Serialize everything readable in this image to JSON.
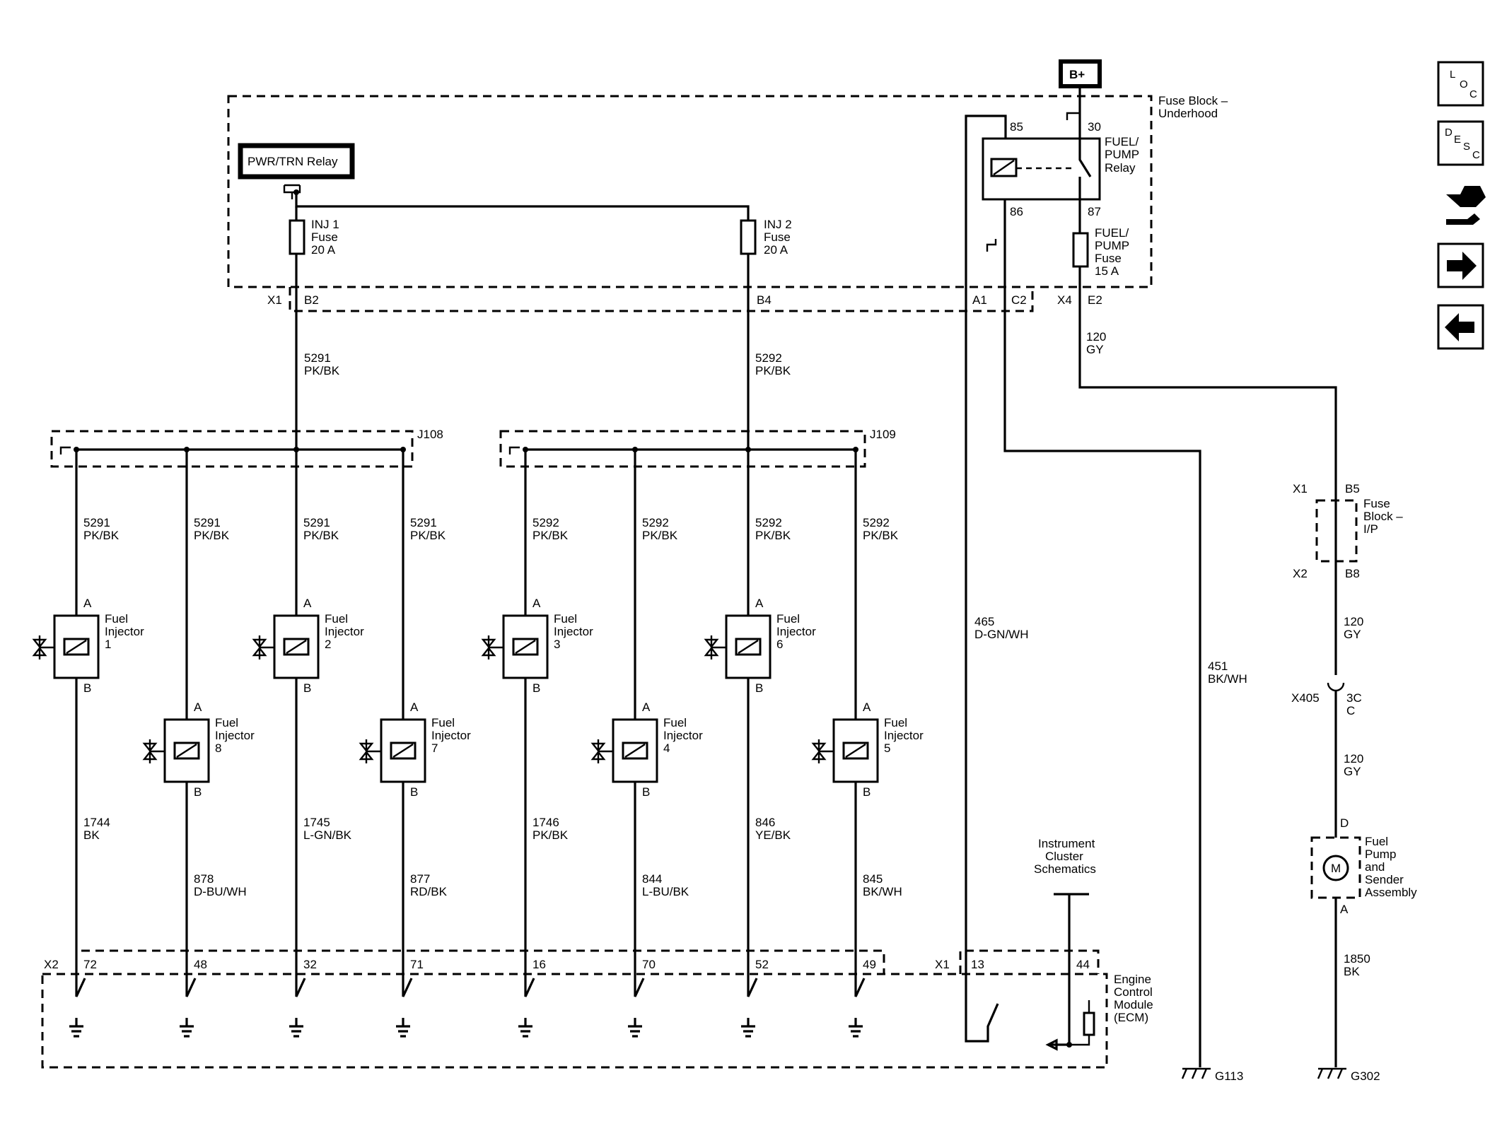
{
  "power": {
    "bplus": "B+",
    "pwr_trn_relay": "PWR/TRN Relay"
  },
  "fuse_block_underhood": {
    "title_line1": "Fuse Block –",
    "title_line2": "Underhood",
    "inj1_fuse": [
      "INJ 1",
      "Fuse",
      "20 A"
    ],
    "inj2_fuse": [
      "INJ 2",
      "Fuse",
      "20 A"
    ],
    "fuel_pump_relay": [
      "FUEL/",
      "PUMP",
      "Relay"
    ],
    "fuel_pump_fuse": [
      "FUEL/",
      "PUMP",
      "Fuse",
      "15 A"
    ],
    "relay_pins": {
      "p85": "85",
      "p30": "30",
      "p86": "86",
      "p87": "87"
    },
    "connectors": {
      "x1": "X1",
      "b2": "B2",
      "b4": "B4",
      "a1": "A1",
      "c2": "C2",
      "x4": "X4",
      "e2": "E2"
    }
  },
  "feed_wires": {
    "w5291": [
      "5291",
      "PK/BK"
    ],
    "w5292": [
      "5292",
      "PK/BK"
    ],
    "w120a": [
      "120",
      "GY"
    ]
  },
  "splices": {
    "j108": "J108",
    "j109": "J109"
  },
  "injectors": [
    {
      "name": [
        "Fuel",
        "Injector",
        "1"
      ],
      "feed": [
        "5291",
        "PK/BK"
      ],
      "pin_a": "A",
      "pin_b": "B",
      "ctrl": [
        "1744",
        "BK"
      ],
      "ecm_pin": "72"
    },
    {
      "name": [
        "Fuel",
        "Injector",
        "8"
      ],
      "feed": [
        "5291",
        "PK/BK"
      ],
      "pin_a": "A",
      "pin_b": "B",
      "ctrl": [
        "878",
        "D-BU/WH"
      ],
      "ecm_pin": "48"
    },
    {
      "name": [
        "Fuel",
        "Injector",
        "2"
      ],
      "feed": [
        "5291",
        "PK/BK"
      ],
      "pin_a": "A",
      "pin_b": "B",
      "ctrl": [
        "1745",
        "L-GN/BK"
      ],
      "ecm_pin": "32"
    },
    {
      "name": [
        "Fuel",
        "Injector",
        "7"
      ],
      "feed": [
        "5291",
        "PK/BK"
      ],
      "pin_a": "A",
      "pin_b": "B",
      "ctrl": [
        "877",
        "RD/BK"
      ],
      "ecm_pin": "71"
    },
    {
      "name": [
        "Fuel",
        "Injector",
        "3"
      ],
      "feed": [
        "5292",
        "PK/BK"
      ],
      "pin_a": "A",
      "pin_b": "B",
      "ctrl": [
        "1746",
        "PK/BK"
      ],
      "ecm_pin": "16"
    },
    {
      "name": [
        "Fuel",
        "Injector",
        "4"
      ],
      "feed": [
        "5292",
        "PK/BK"
      ],
      "pin_a": "A",
      "pin_b": "B",
      "ctrl": [
        "844",
        "L-BU/BK"
      ],
      "ecm_pin": "70"
    },
    {
      "name": [
        "Fuel",
        "Injector",
        "6"
      ],
      "feed": [
        "5292",
        "PK/BK"
      ],
      "pin_a": "A",
      "pin_b": "B",
      "ctrl": [
        "846",
        "YE/BK"
      ],
      "ecm_pin": "52"
    },
    {
      "name": [
        "Fuel",
        "Injector",
        "5"
      ],
      "feed": [
        "5292",
        "PK/BK"
      ],
      "pin_a": "A",
      "pin_b": "B",
      "ctrl": [
        "845",
        "BK/WH"
      ],
      "ecm_pin": "49"
    }
  ],
  "relay_circuits": {
    "w465": [
      "465",
      "D-GN/WH"
    ],
    "w451": [
      "451",
      "BK/WH"
    ]
  },
  "fuse_block_ip": {
    "title": [
      "Fuse",
      "Block –",
      "I/P"
    ],
    "x1": "X1",
    "b5": "B5",
    "x2": "X2",
    "b8": "B8"
  },
  "pump_circuit": {
    "w120b": [
      "120",
      "GY"
    ],
    "x405": "X405",
    "pin3c": "3C",
    "pinc": "C",
    "w120c": [
      "120",
      "GY"
    ],
    "pin_d": "D",
    "pump_name": [
      "Fuel",
      "Pump",
      "and",
      "Sender",
      "Assembly"
    ],
    "motor_symbol": "M",
    "pin_a": "A",
    "w1850": [
      "1850",
      "BK"
    ]
  },
  "ecm": {
    "x2": "X2",
    "x1": "X1",
    "pin13": "13",
    "pin44": "44",
    "name": [
      "Engine",
      "Control",
      "Module",
      "(ECM)"
    ],
    "instrument_cluster": [
      "Instrument",
      "Cluster",
      "Schematics"
    ]
  },
  "grounds": {
    "g113": "G113",
    "g302": "G302"
  },
  "nav": {
    "loc": [
      "L",
      "O",
      "C"
    ],
    "desc": [
      "D",
      "E",
      "S",
      "C"
    ]
  }
}
